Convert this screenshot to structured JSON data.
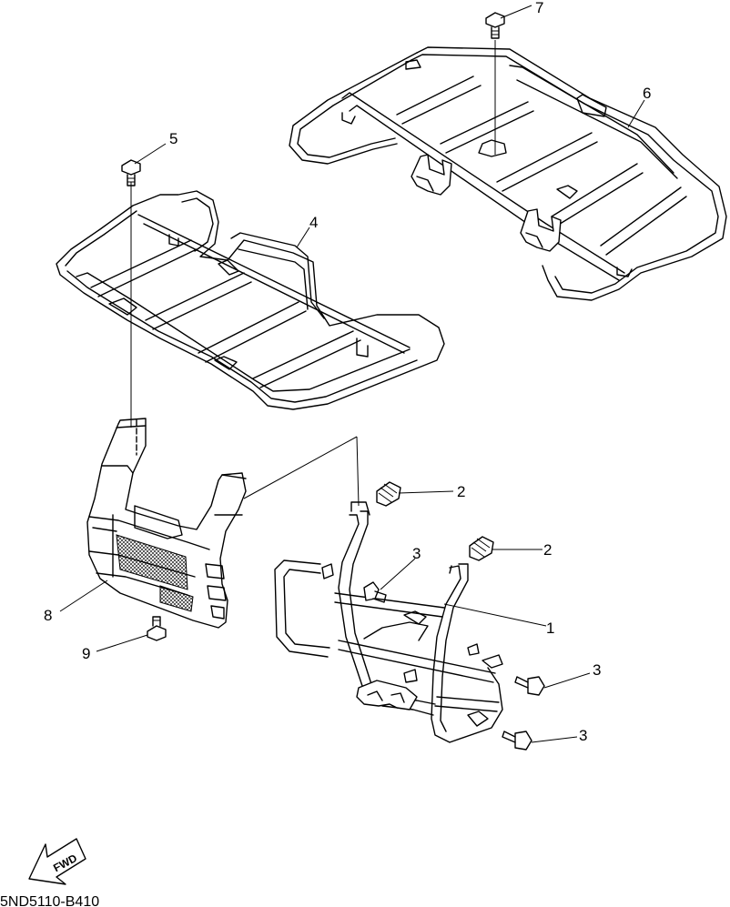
{
  "callouts": [
    "1",
    "2",
    "2",
    "3",
    "3",
    "3",
    "4",
    "5",
    "6",
    "7",
    "8",
    "9"
  ],
  "fwd_label": "FWD",
  "diagram_code": "5ND5110-B410"
}
